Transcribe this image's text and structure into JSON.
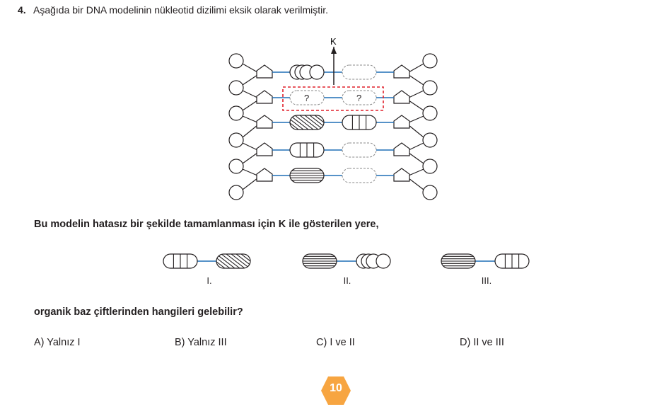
{
  "question": {
    "number": "4.",
    "text": "Aşağıda bir DNA modelinin nükleotid dizilimi eksik olarak verilmiştir.",
    "k_label": "K",
    "unknown_mark": "?",
    "prompt_line1": "Bu modelin hatasız bir şekilde tamamlanması için K ile gösterilen yere,",
    "prompt_line2": "organik baz çiftlerinden hangileri gelebilir?"
  },
  "pairs": [
    {
      "label": "I.",
      "left": "vertical-lines",
      "right": "diagonal-stripes"
    },
    {
      "label": "II.",
      "left": "horizontal-stripes",
      "right": "overlapping-circles"
    },
    {
      "label": "III.",
      "left": "horizontal-stripes",
      "right": "vertical-lines"
    }
  ],
  "dna_rows": [
    {
      "left": "overlapping-circles",
      "right": "empty"
    },
    {
      "left": "unknown",
      "right": "unknown"
    },
    {
      "left": "diagonal-stripes",
      "right": "vertical-lines"
    },
    {
      "left": "vertical-lines",
      "right": "empty"
    },
    {
      "left": "horizontal-stripes",
      "right": "empty"
    }
  ],
  "options": {
    "a": "A) Yalnız I",
    "b": "B) Yalnız III",
    "c": "C) I ve II",
    "d": "D) II ve III"
  },
  "page": {
    "number": "10"
  },
  "colors": {
    "link": "#1f6fb5",
    "highlight": "#e0202b",
    "badge": "#f7a541"
  }
}
